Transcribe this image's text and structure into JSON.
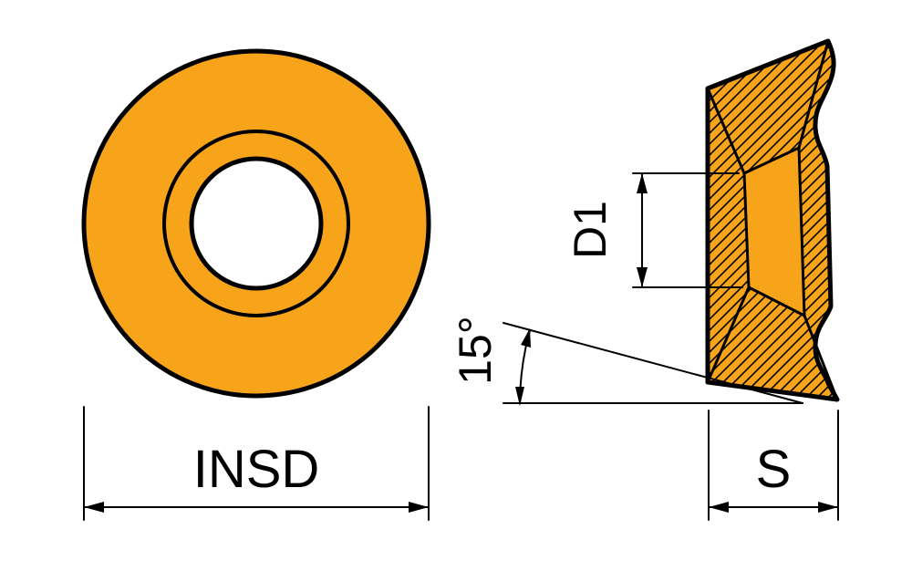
{
  "diagram": {
    "colors": {
      "insert": "#F8A41B",
      "bore": "#FFFFFF",
      "line": "#000000",
      "background": "#FFFFFF"
    },
    "labels": {
      "diameter": "INSD",
      "hole_diameter": "D1",
      "thickness": "S",
      "clearance_angle": "15°"
    }
  }
}
